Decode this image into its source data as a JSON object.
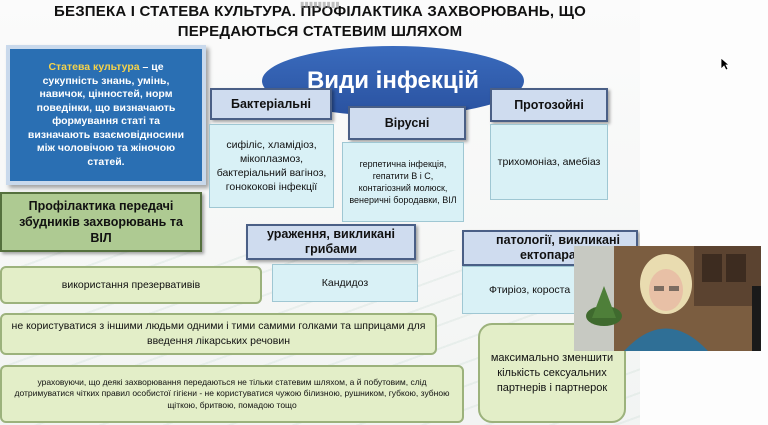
{
  "slide": {
    "title_line1": "БЕЗПЕКА І СТАТЕВА КУЛЬТУРА. ПРОФІЛАКТИКА ЗАХВОРЮВАНЬ, ЩО",
    "title_line2": "ПЕРЕДАЮТЬСЯ СТАТЕВИМ ШЛЯХОМ",
    "definition_term": "Статева культура",
    "definition_text": " – це сукупність знань, умінь, навичок, цінностей, норм поведінки, що визначають формування статі та визначають взаємовідносини між чоловічою та жіночою статей.",
    "infections_title": "Види інфекцій",
    "categories": {
      "bacterial": {
        "label": "Бактеріальні",
        "items": "сифіліс, хламідіоз, мікоплазмоз, бактеріальний вагіноз, гонококові інфекції"
      },
      "viral": {
        "label": "Вірусні",
        "items": "герпетична інфекція, гепатити В і С, контагіозний молюск, венеричні бородавки, ВІЛ"
      },
      "protozoan": {
        "label": "Протозойні",
        "items": "трихомоніаз, амебіаз"
      },
      "fungal": {
        "label": "ураження, викликані грибами",
        "items": "Кандидоз"
      },
      "ectoparasites": {
        "label": "патології, викликані ектопаразит",
        "items": "Фтиріоз, короста"
      }
    },
    "prevention_title": "Профілактика передачі збудників захворювань та ВІЛ",
    "prevention_items": [
      "використання презервативів",
      "не користуватися з іншими людьми одними і тими самими голками та шприцами для введення лікарських речовин",
      "ураховуючи, що деякі захворювання передаються не тільки статевим шляхом, а й побутовим, слід дотримуватися чітких правил особистої гігієни - не користуватися чужою білизною, рушником, губкою, зубною щіткою, бритвою, помадою тощо"
    ],
    "partners_note": "максимально зменшити кількість сексуальних партнерів і партнерок"
  },
  "colors": {
    "accent_blue": "#2a6fb3",
    "ellipse_blue": "#2f5fae",
    "green_box": "#aeca92",
    "light_green": "#e3eec8",
    "light_cyan": "#d9f1f6"
  }
}
